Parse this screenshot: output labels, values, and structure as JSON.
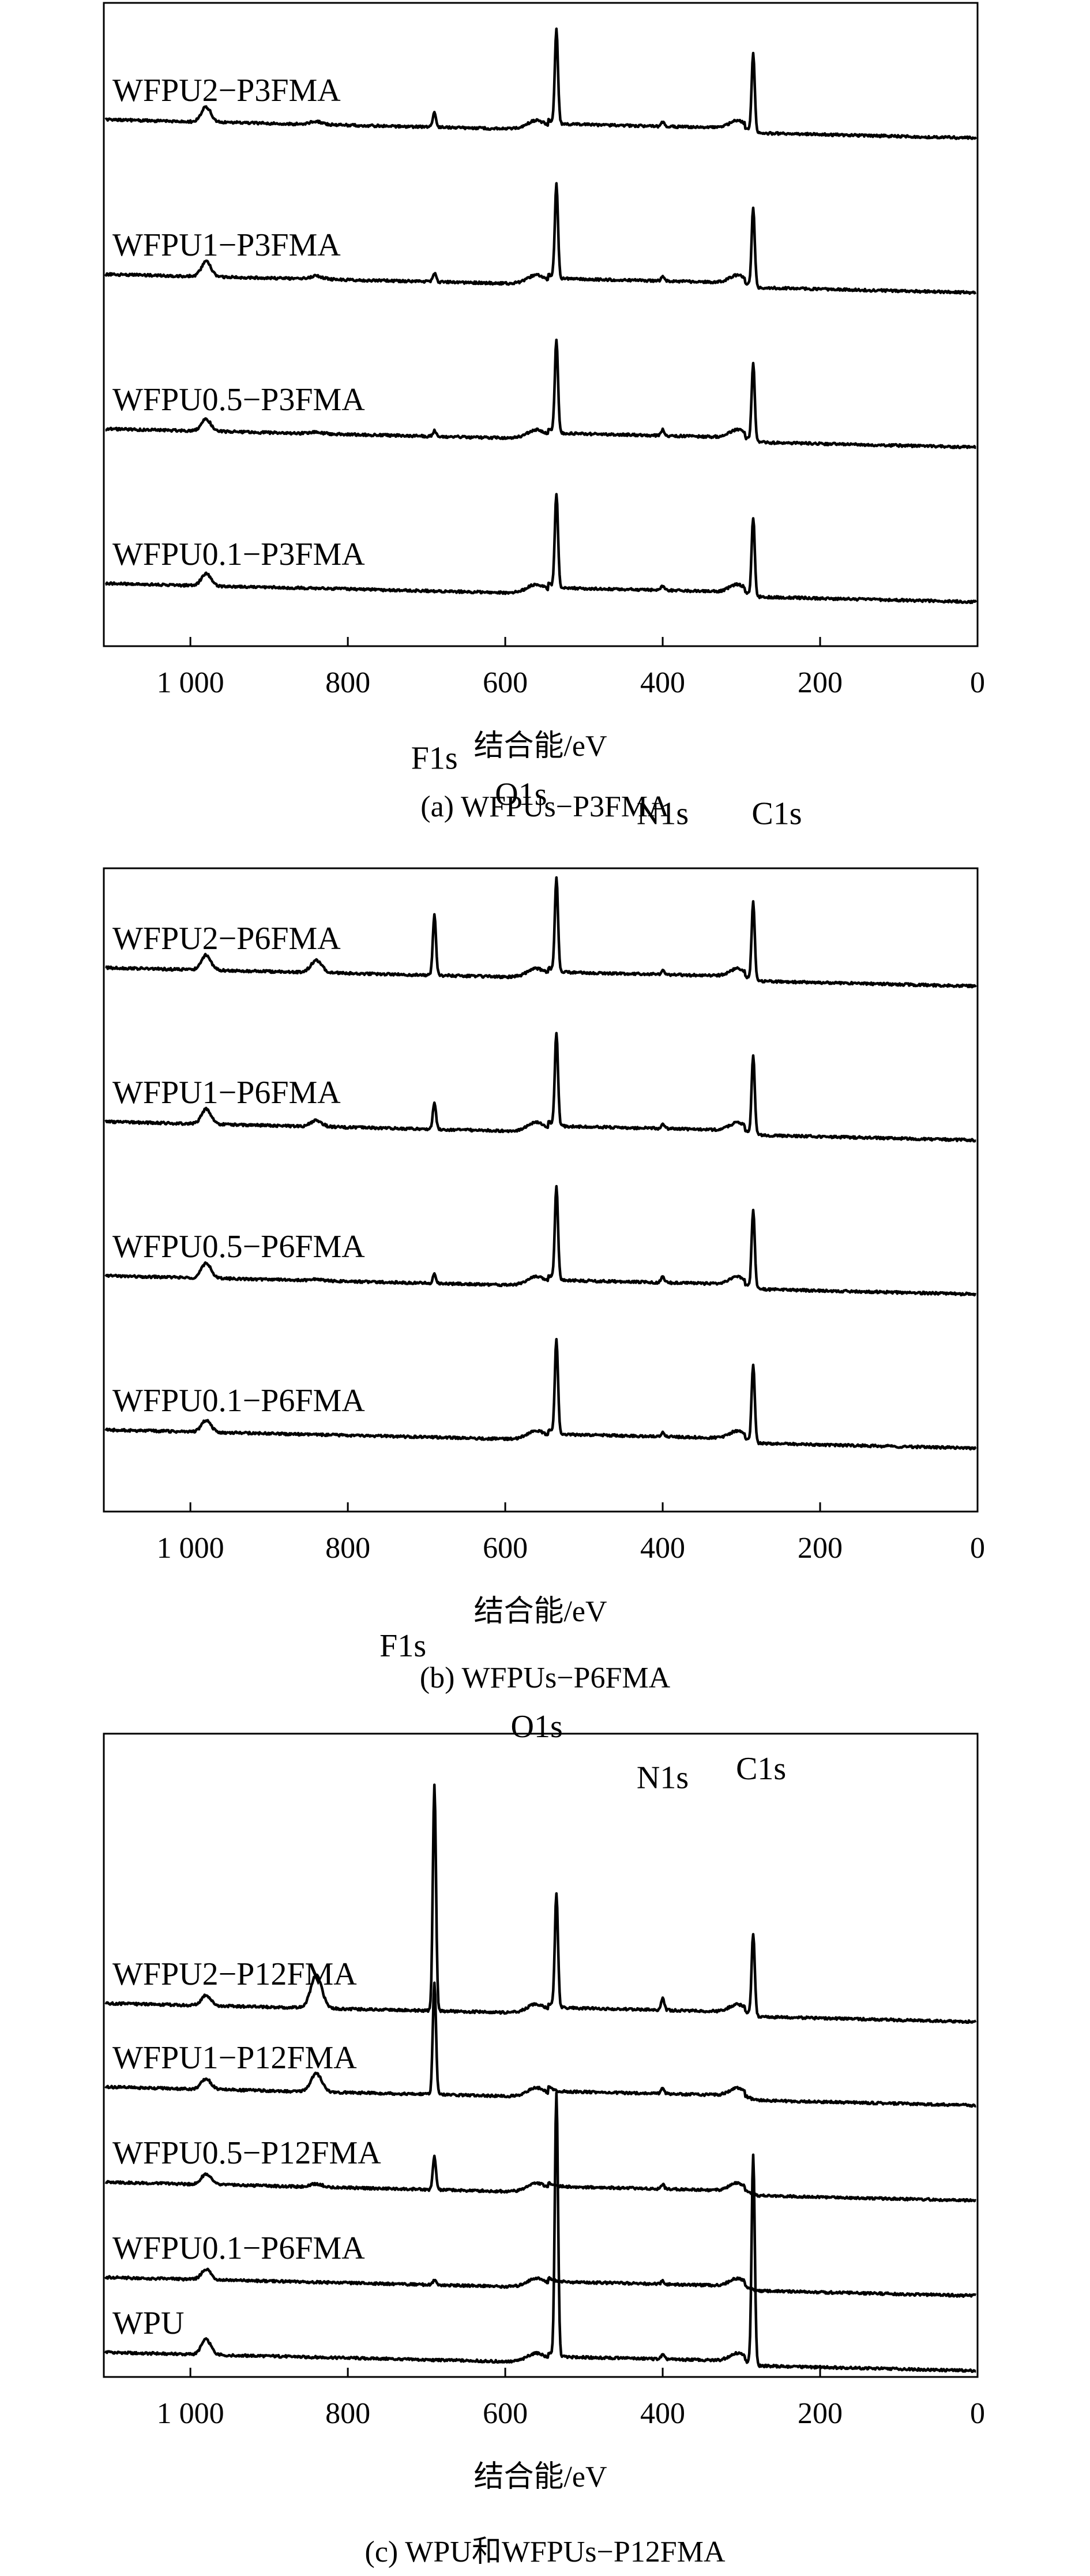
{
  "chart_data": [
    {
      "type": "line",
      "caption": "(a) WFPUs−P3FMA",
      "xlabel": "结合能/eV",
      "xlim": [
        1110,
        0
      ],
      "xticks": [
        1000,
        800,
        600,
        400,
        200,
        0
      ],
      "xtick_labels": [
        "1 000",
        "800",
        "600",
        "400",
        "200",
        "0"
      ],
      "peak_labels": [
        {
          "text": "F1s",
          "x": 690,
          "y": 130
        },
        {
          "text": "O1s",
          "x": 580,
          "y": 131
        },
        {
          "text": "N1s",
          "x": 400,
          "y": 108
        },
        {
          "text": "C1s",
          "x": 255,
          "y": 132
        }
      ],
      "series": [
        {
          "name": "WFPU2−P3FMA",
          "baseline": 100,
          "shift": 0,
          "offset": 0,
          "peaks": [
            [
              535,
              62,
              2
            ],
            [
              285,
              52,
              2
            ],
            [
              690,
              10,
              2
            ],
            [
              400,
              3,
              2
            ]
          ],
          "bumps": [
            [
              980,
              10,
              6
            ],
            [
              840,
              2,
              8
            ]
          ]
        },
        {
          "name": "WFPU1−P3FMA",
          "baseline": 100,
          "shift": 0,
          "offset": 1,
          "peaks": [
            [
              535,
              62,
              2
            ],
            [
              285,
              52,
              2
            ],
            [
              690,
              6,
              2
            ],
            [
              400,
              3,
              2
            ]
          ],
          "bumps": [
            [
              980,
              10,
              6
            ],
            [
              840,
              2,
              8
            ]
          ]
        },
        {
          "name": "WFPU0.5−P3FMA",
          "baseline": 100,
          "shift": 0,
          "offset": 2,
          "peaks": [
            [
              535,
              62,
              2
            ],
            [
              285,
              52,
              2
            ],
            [
              690,
              4,
              2
            ],
            [
              400,
              4,
              2
            ]
          ],
          "bumps": [
            [
              980,
              8,
              6
            ],
            [
              840,
              1,
              8
            ]
          ]
        },
        {
          "name": "WFPU0.1−P3FMA",
          "baseline": 100,
          "shift": 0,
          "offset": 3,
          "peaks": [
            [
              535,
              62,
              2
            ],
            [
              285,
              52,
              2
            ],
            [
              400,
              3,
              2
            ]
          ],
          "bumps": [
            [
              980,
              8,
              6
            ]
          ]
        }
      ]
    },
    {
      "type": "line",
      "caption": "(b) WFPUs−P6FMA",
      "xlabel": "结合能/eV",
      "xlim": [
        1110,
        0
      ],
      "xticks": [
        1000,
        800,
        600,
        400,
        200,
        0
      ],
      "xtick_labels": [
        "1 000",
        "800",
        "600",
        "400",
        "200",
        "0"
      ],
      "peak_labels": [
        {
          "text": "F1s",
          "x": 690,
          "y": 146
        },
        {
          "text": "O1s",
          "x": 580,
          "y": 122
        },
        {
          "text": "N1s",
          "x": 400,
          "y": 109
        },
        {
          "text": "C1s",
          "x": 255,
          "y": 109
        }
      ],
      "series": [
        {
          "name": "WFPU2−P6FMA",
          "baseline": 100,
          "shift": 0,
          "offset": 0,
          "peaks": [
            [
              535,
              62,
              2
            ],
            [
              285,
              52,
              2
            ],
            [
              690,
              40,
              2
            ],
            [
              400,
              3,
              2
            ]
          ],
          "bumps": [
            [
              980,
              10,
              6
            ],
            [
              840,
              8,
              7
            ]
          ]
        },
        {
          "name": "WFPU1−P6FMA",
          "baseline": 100,
          "shift": 0,
          "offset": 1,
          "peaks": [
            [
              535,
              62,
              2
            ],
            [
              285,
              52,
              2
            ],
            [
              690,
              18,
              2
            ],
            [
              400,
              3,
              2
            ]
          ],
          "bumps": [
            [
              980,
              10,
              6
            ],
            [
              840,
              4,
              7
            ]
          ]
        },
        {
          "name": "WFPU0.5−P6FMA",
          "baseline": 100,
          "shift": 0,
          "offset": 2,
          "peaks": [
            [
              535,
              62,
              2
            ],
            [
              285,
              52,
              2
            ],
            [
              690,
              6,
              2
            ],
            [
              400,
              4,
              2
            ]
          ],
          "bumps": [
            [
              980,
              10,
              6
            ],
            [
              840,
              1,
              8
            ]
          ]
        },
        {
          "name": "WFPU0.1−P6FMA",
          "baseline": 100,
          "shift": 0,
          "offset": 3,
          "peaks": [
            [
              535,
              62,
              2
            ],
            [
              285,
              52,
              2
            ],
            [
              400,
              3,
              2
            ]
          ],
          "bumps": [
            [
              980,
              8,
              6
            ]
          ]
        }
      ]
    },
    {
      "type": "line",
      "caption": "(c) WPU和WFPUs−P12FMA",
      "xlabel": "结合能/eV",
      "xlim": [
        1110,
        0
      ],
      "xticks": [
        1000,
        800,
        600,
        400,
        200,
        0
      ],
      "xtick_labels": [
        "1 000",
        "800",
        "600",
        "400",
        "200",
        "0"
      ],
      "peak_labels": [
        {
          "text": "F1s",
          "x": 730,
          "y": 237
        },
        {
          "text": "O1s",
          "x": 560,
          "y": 183
        },
        {
          "text": "N1s",
          "x": 400,
          "y": 149
        },
        {
          "text": "C1s",
          "x": 275,
          "y": 155
        }
      ],
      "series": [
        {
          "name": "WFPU2−P12FMA",
          "baseline": 100,
          "shift": 20,
          "offset": 0,
          "peaks": [
            [
              535,
              75,
              2
            ],
            [
              285,
              55,
              2
            ],
            [
              690,
              150,
              2
            ],
            [
              400,
              8,
              2
            ]
          ],
          "bumps": [
            [
              980,
              7,
              6
            ],
            [
              840,
              22,
              7
            ]
          ]
        },
        {
          "name": "WFPU1−P12FMA",
          "baseline": 100,
          "shift": 0,
          "offset": 1,
          "peaks": [
            [
              690,
              75,
              2
            ],
            [
              400,
              4,
              2
            ]
          ],
          "bumps": [
            [
              980,
              7,
              6
            ],
            [
              840,
              12,
              7
            ]
          ]
        },
        {
          "name": "WFPU0.5−P12FMA",
          "baseline": 100,
          "shift": 0,
          "offset": 2,
          "peaks": [
            [
              690,
              22,
              2
            ],
            [
              400,
              3,
              2
            ]
          ],
          "bumps": [
            [
              980,
              7,
              6
            ],
            [
              840,
              2,
              8
            ]
          ]
        },
        {
          "name": "WFPU0.1−P6FMA",
          "baseline": 100,
          "shift": 0,
          "offset": 3,
          "peaks": [
            [
              690,
              3,
              2
            ],
            [
              400,
              2,
              2
            ]
          ],
          "bumps": [
            [
              980,
              7,
              6
            ]
          ]
        },
        {
          "name": "WPU",
          "baseline": 100,
          "shift": -35,
          "offset": 4,
          "peaks": [
            [
              535,
              175,
              2
            ],
            [
              285,
              140,
              2
            ],
            [
              400,
              3,
              2
            ]
          ],
          "bumps": [
            [
              980,
              10,
              6
            ]
          ]
        }
      ]
    }
  ]
}
